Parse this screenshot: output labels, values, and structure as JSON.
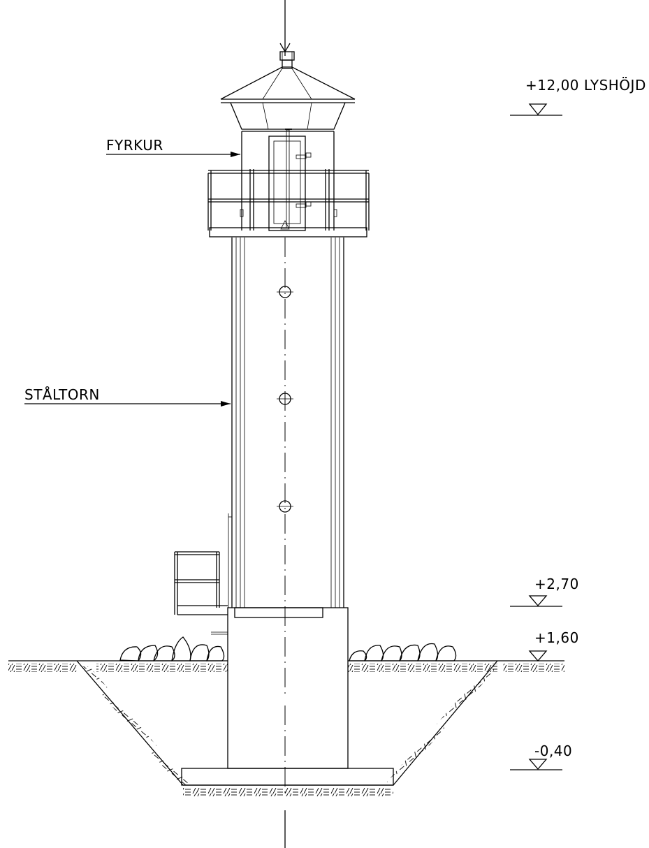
{
  "labels": {
    "lantern_house": "FYRKUR",
    "steel_tower": "STÅLTORN"
  },
  "levels": {
    "light_height": "+12,00 LYSHÖJD",
    "platform": "+2,70",
    "ground": "+1,60",
    "foundation_bottom": "-0,40"
  }
}
